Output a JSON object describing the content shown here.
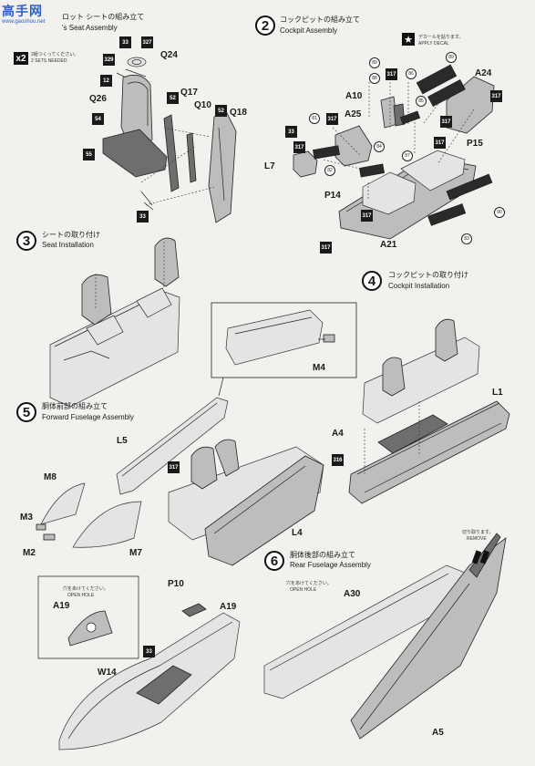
{
  "watermark": {
    "cn": "高手网",
    "url": "www.gaoshou.net"
  },
  "step1": {
    "jp": "ロット シートの組み立て",
    "en": "'s Seat Assembly",
    "multiplier": "x2",
    "sets_jp": "2組つくってください。",
    "sets_en": "2 SETS NEEDED",
    "labels": {
      "q24": "Q24",
      "q26": "Q26",
      "q17": "Q17",
      "q10": "Q10",
      "q18": "Q18"
    },
    "tags": {
      "t33a": "33",
      "t327": "327",
      "t329": "329",
      "t12": "12",
      "t54": "54",
      "t55": "55",
      "t52a": "52",
      "t52b": "52",
      "t33b": "33"
    }
  },
  "step2": {
    "num": "2",
    "jp": "コックピットの組み立て",
    "en": "Cockpit Assembly",
    "decal_jp": "デカールを貼ります。",
    "decal_en": "APPLY DECAL",
    "labels": {
      "a24": "A24",
      "a10": "A10",
      "a25": "A25",
      "p15": "P15",
      "l7": "L7",
      "p14": "P14",
      "a21": "A21"
    },
    "tags": {
      "t317a": "317",
      "t317b": "317",
      "t317c": "317",
      "t317d": "317",
      "t317e": "317",
      "t317f": "317",
      "t317g": "317",
      "t33": "33",
      "t317h": "317"
    },
    "decals": {
      "d89": "89",
      "d88": "88",
      "d86": "86",
      "d85": "85",
      "d87": "87",
      "d81": "81",
      "d84": "84",
      "d82": "82",
      "d83": "83",
      "d90": "90"
    }
  },
  "step3": {
    "num": "3",
    "jp": "シートの取り付け",
    "en": "Seat Installation"
  },
  "step4": {
    "num": "4",
    "jp": "コックピットの取り付け",
    "en": "Cockpit Installation",
    "labels": {
      "l1": "L1",
      "a4": "A4"
    },
    "tags": {
      "t316": "316"
    }
  },
  "inset": {
    "labels": {
      "m4": "M4"
    }
  },
  "step5": {
    "num": "5",
    "jp": "胴体前部の組み立て",
    "en": "Forward Fuselage Assembly",
    "labels": {
      "l5": "L5",
      "m8": "M8",
      "m3": "M3",
      "m2": "M2",
      "m7": "M7",
      "l4": "L4"
    },
    "tags": {
      "t317": "317"
    }
  },
  "step6": {
    "num": "6",
    "jp": "胴体後部の組み立て",
    "en": "Rear Fuselage Assembly",
    "open_hole_jp": "穴をあけてください。",
    "open_hole_en": "OPEN HOLE",
    "remove_jp": "切り取ります。",
    "remove_en": "REMOVE",
    "labels": {
      "a30": "A30",
      "a5": "A5"
    }
  },
  "bottom": {
    "open_hole_jp": "穴をあけてください。",
    "open_hole_en": "OPEN HOLE",
    "labels": {
      "a19a": "A19",
      "p10": "P10",
      "a19b": "A19",
      "w14": "W14"
    },
    "tags": {
      "t33": "33"
    }
  }
}
